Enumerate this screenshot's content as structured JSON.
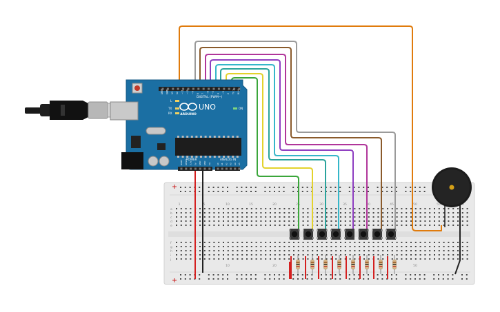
{
  "board": {
    "brand": "ARDUINO",
    "model": "UNO",
    "digital_header": "DIGITAL (PWM~)",
    "power_header": "POWER",
    "analog_header": "ANALOG IN",
    "led_labels": [
      "L",
      "TX",
      "RX"
    ],
    "on_label": "ON",
    "top_pin_labels": [
      "AREF",
      "GND",
      "13",
      "12",
      "~11",
      "~10",
      "~9",
      "8",
      "7",
      "~6",
      "~5",
      "4",
      "~3",
      "2",
      "TX 1",
      "RX 0"
    ],
    "power_pin_labels": [
      "IOREF",
      "RESET",
      "3.3V",
      "5V",
      "GND",
      "GND",
      "Vin"
    ],
    "analog_pin_labels": [
      "A0",
      "A1",
      "A2",
      "A3",
      "A4",
      "A5"
    ]
  },
  "breadboard": {
    "row_letters_top": [
      "a",
      "b",
      "c",
      "d",
      "e"
    ],
    "row_letters_bottom": [
      "f",
      "g",
      "h",
      "i",
      "j"
    ],
    "column_numbers": [
      "1",
      "5",
      "10",
      "15",
      "20",
      "25",
      "30",
      "35",
      "40",
      "45",
      "50",
      "55",
      "60"
    ]
  },
  "colors": {
    "board": "#1b6fa3",
    "breadboard": "#e9e9e9",
    "wire_orange": "#e07b0c",
    "wire_grey": "#9a9a9a",
    "wire_brown": "#8a5a2b",
    "wire_magenta": "#b0359a",
    "wire_purple": "#8e3ec1",
    "wire_cyan": "#35b6c9",
    "wire_teal": "#2aa39c",
    "wire_yellow": "#e3d22b",
    "wire_green": "#3aa63a",
    "wire_red": "#d42020",
    "wire_black": "#222222"
  }
}
